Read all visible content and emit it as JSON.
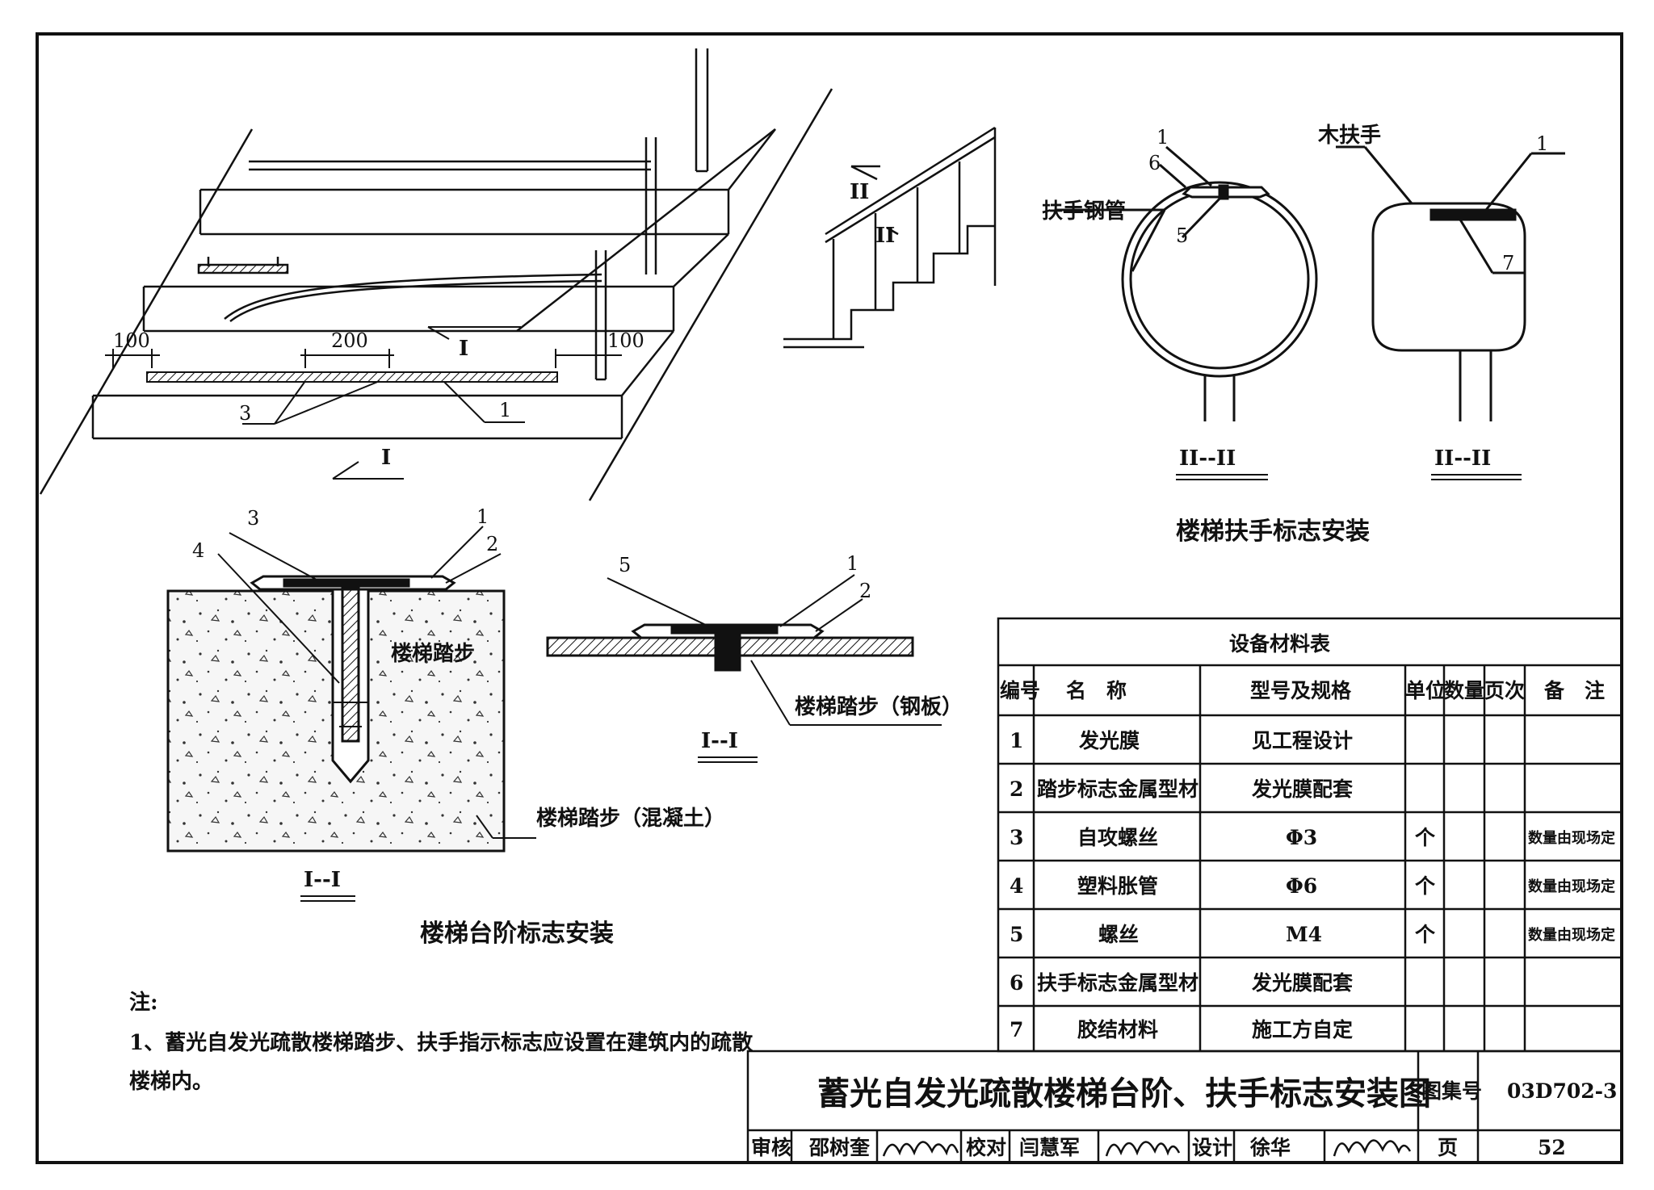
{
  "stair_view": {
    "section_marks": [
      "I",
      "I"
    ],
    "dims": [
      "100",
      "200",
      "100"
    ],
    "callouts": [
      "3",
      "1"
    ]
  },
  "rail_sketch": {
    "marks": [
      "II",
      "II"
    ]
  },
  "pipe_section": {
    "label_pipe": "扶手钢管",
    "callouts": [
      "1",
      "6",
      "5"
    ],
    "caption": "II--II"
  },
  "wood_section": {
    "label_wood": "木扶手",
    "callouts": [
      "1",
      "7"
    ],
    "caption": "II--II"
  },
  "handrail_caption": "楼梯扶手标志安装",
  "concrete_section": {
    "callouts": [
      "3",
      "4",
      "1",
      "2"
    ],
    "label_step": "楼梯踏步",
    "label_concrete": "楼梯踏步（混凝土）",
    "caption": "I--I"
  },
  "steel_section": {
    "callouts": [
      "5",
      "1",
      "2"
    ],
    "label_steel": "楼梯踏步（钢板）",
    "caption": "I--I"
  },
  "step_caption": "楼梯台阶标志安装",
  "notes": {
    "heading": "注:",
    "line1": "1、蓄光自发光疏散楼梯踏步、扶手指示标志应设置在建筑内的疏散",
    "line2": "楼梯内。"
  },
  "materials_table": {
    "title": "设备材料表",
    "headers": [
      "编号",
      "名　称",
      "型号及规格",
      "单位",
      "数量",
      "页次",
      "备　注"
    ],
    "rows": [
      [
        "1",
        "发光膜",
        "见工程设计",
        "",
        "",
        "",
        ""
      ],
      [
        "2",
        "踏步标志金属型材",
        "发光膜配套",
        "",
        "",
        "",
        ""
      ],
      [
        "3",
        "自攻螺丝",
        "Φ3",
        "个",
        "",
        "",
        "数量由现场定"
      ],
      [
        "4",
        "塑料胀管",
        "Φ6",
        "个",
        "",
        "",
        "数量由现场定"
      ],
      [
        "5",
        "螺丝",
        "M4",
        "个",
        "",
        "",
        "数量由现场定"
      ],
      [
        "6",
        "扶手标志金属型材",
        "发光膜配套",
        "",
        "",
        "",
        ""
      ],
      [
        "7",
        "胶结材料",
        "施工方自定",
        "",
        "",
        "",
        ""
      ]
    ]
  },
  "title_block": {
    "title": "蓄光自发光疏散楼梯台阶、扶手标志安装图",
    "atlas_label": "图集号",
    "atlas_no": "03D702-3",
    "review_label": "审核",
    "reviewer": "邵树奎",
    "check_label": "校对",
    "checker": "闫慧军",
    "design_label": "设计",
    "designer": "徐华",
    "page_label": "页",
    "page_no": "52"
  }
}
